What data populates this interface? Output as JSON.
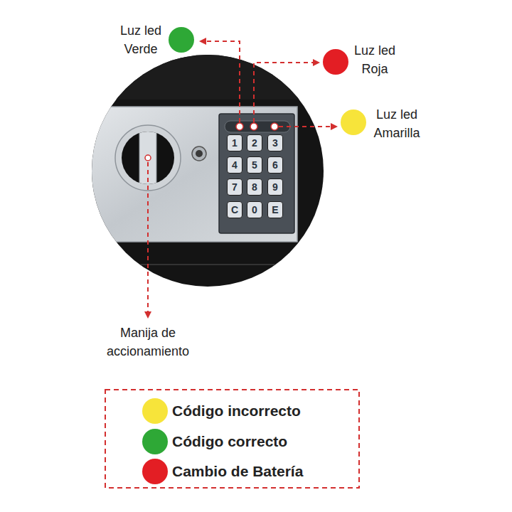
{
  "diagram": {
    "nodes": [
      {
        "text": [
          "1"
        ]
      },
      {
        "text": [
          "2"
        ]
      },
      {
        "text": [
          "3"
        ]
      },
      {
        "text": [
          "4"
        ]
      },
      {
        "text": [
          "5"
        ]
      },
      {
        "text": [
          "6"
        ]
      },
      {
        "text": [
          "7"
        ]
      },
      {
        "text": [
          "8"
        ]
      },
      {
        "text": [
          "9"
        ]
      },
      {
        "text": [
          "C"
        ]
      },
      {
        "text": [
          "0"
        ]
      },
      {
        "text": [
          "E"
        ]
      }
    ],
    "labels": [
      "Luz led Verde",
      "Luz led Roja",
      "Luz led Amarilla",
      "Manija de accionamiento"
    ],
    "legend": [
      {
        "text": "Código incorrecto",
        "color": "#f7e43a"
      },
      {
        "text": "Código correcto",
        "color": "#2ea836"
      },
      {
        "text": "Cambio de Batería",
        "color": "#e31e24"
      }
    ]
  }
}
